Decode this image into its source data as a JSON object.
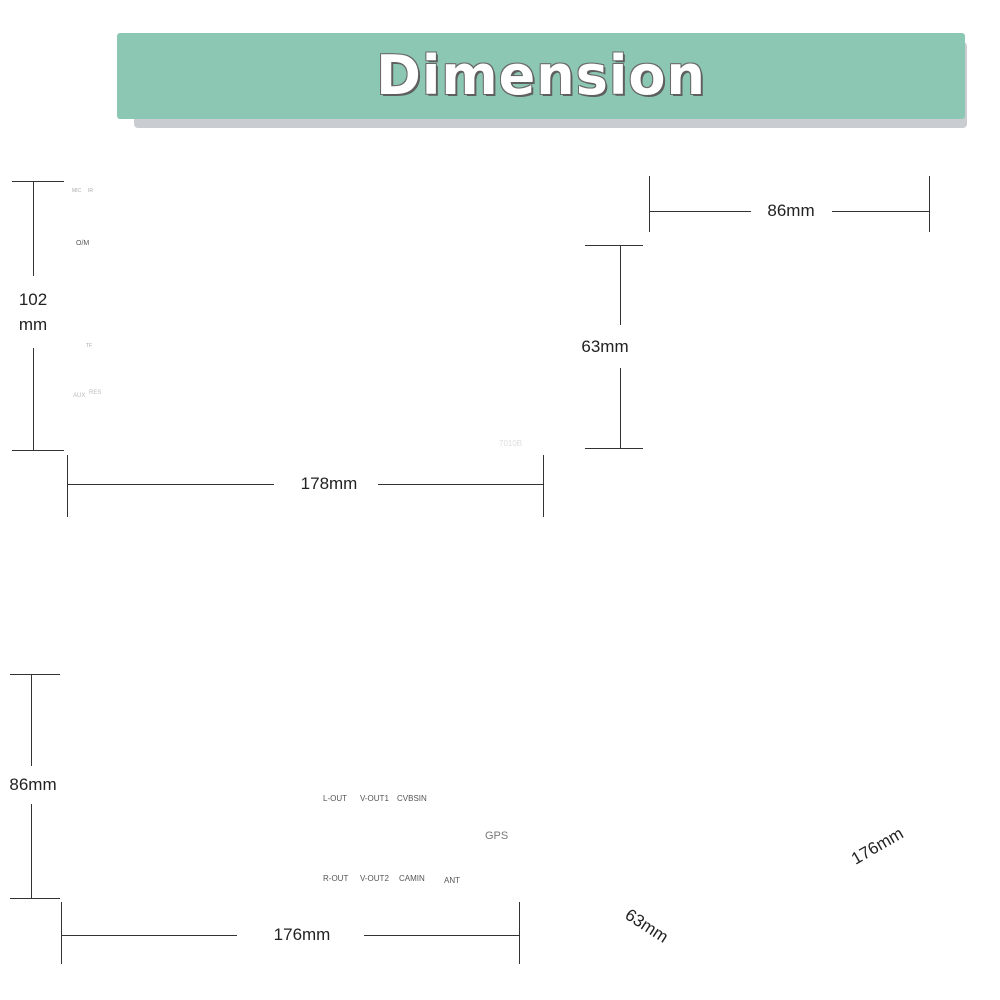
{
  "banner": {
    "title": "Dimension",
    "color": "#8cc7b3"
  },
  "front_view": {
    "height_label": "102\nmm",
    "width_label": "178mm",
    "model_label": "7010B",
    "panel_labels": {
      "mic": "MIC",
      "ir": "IR",
      "mode": "O/M",
      "tf": "TF",
      "aux": "AUX",
      "res": "RES"
    }
  },
  "side_view": {
    "depth_label": "86mm",
    "height_label": "63mm"
  },
  "rear_view": {
    "height_label": "86mm",
    "width_label": "176mm",
    "port_labels": {
      "l_out": "L-OUT",
      "v_out1": "V-OUT1",
      "cvbsin": "CVBSIN",
      "r_out": "R-OUT",
      "v_out2": "V-OUT2",
      "camin": "CAMIN",
      "ant": "ANT",
      "gps": "GPS"
    }
  },
  "iso_view": {
    "width_label": "176mm",
    "depth_label": "63mm"
  }
}
